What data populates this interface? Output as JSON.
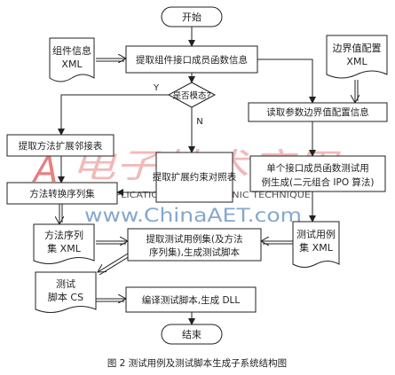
{
  "nodes": {
    "start": "开始",
    "component_info": [
      "组件信息",
      "XML"
    ],
    "extract_members": "提取组件接口成员函数信息",
    "boundary_config": [
      "边界值配置",
      "XML"
    ],
    "modal_decision": "是否模态?",
    "read_boundary": "读取参数边界值配置信息",
    "extract_method_adjacency": "提取方法扩展邻接表",
    "extract_constraint_table": "提取扩展约束对照表",
    "generate_single_tests": [
      "单个接口成员函数测试用",
      "例生成(二元组合 IPO 算法)"
    ],
    "method_to_sequence": "方法转换序列集",
    "method_sequence_xml": [
      "方法序列",
      "集 XML"
    ],
    "extract_test_cases": [
      "提取测试用例集(及方法",
      "序列集),生成测试脚本"
    ],
    "test_case_xml": [
      "测试用例",
      "集 XML"
    ],
    "test_script_cs": [
      "测试",
      "脚本 CS"
    ],
    "compile": "编译测试脚本,生成 DLL",
    "end": "结束"
  },
  "edge_labels": {
    "yes": "Y",
    "no": "N"
  },
  "caption": "图 2   测试用例及测试脚本生成子系统结构图",
  "watermark": {
    "mark": "A",
    "cn": "电子技术应用",
    "en": "APPLICATION OF ELECTRONIC TECHNIQUE",
    "url": "www.ChinaAET.com"
  },
  "colors": {
    "ink": "#222222",
    "watermark_red": "#e36a6a",
    "watermark_blue": "#4d7fb8"
  }
}
